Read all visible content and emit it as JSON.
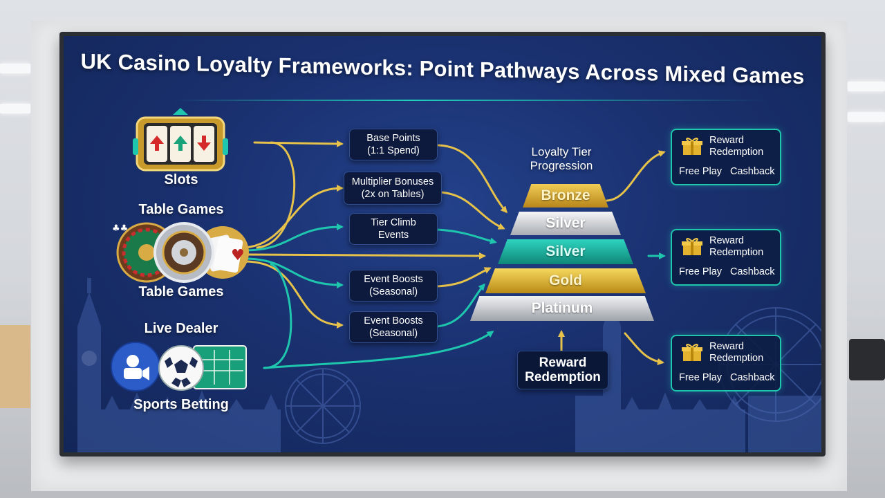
{
  "title": "UK Casino Loyalty Frameworks: Point Pathways Across Mixed Games",
  "sources": {
    "slots": "Slots",
    "table_games_top": "Table Games",
    "table_games_bottom": "Table Games",
    "live_dealer": "Live Dealer",
    "sports_betting": "Sports Betting"
  },
  "mechanics": [
    {
      "line1": "Base Points",
      "line2": "(1:1 Spend)"
    },
    {
      "line1": "Multiplier Bonuses",
      "line2": "(2x on Tables)"
    },
    {
      "line1": "Tier Climb",
      "line2": "Events"
    },
    {
      "line1": "Event Boosts",
      "line2": "(Seasonal)"
    },
    {
      "line1": "Event Boosts",
      "line2": "(Seasonal)"
    }
  ],
  "tiers": {
    "heading_line1": "Loyalty Tier",
    "heading_line2": "Progression",
    "levels": [
      "Bronze",
      "Silver",
      "Silver",
      "Gold",
      "Platinum"
    ]
  },
  "redemption_center": {
    "line1": "Reward",
    "line2": "Redemption"
  },
  "rewards": [
    {
      "line1": "Reward",
      "line2": "Redemption",
      "option1": "Free Play",
      "option2": "Cashback"
    },
    {
      "line1": "Reward",
      "line2": "Redemption",
      "option1": "Free Play",
      "option2": "Cashback"
    },
    {
      "line1": "Reward",
      "line2": "Redemption",
      "option1": "Free Play",
      "option2": "Cashback"
    }
  ],
  "colors": {
    "gold_arrow": "#e6c24a",
    "teal_arrow": "#1fc6ae",
    "bronze": "#c9981f",
    "silver": "#d3d6da",
    "teal_tier": "#17a99a",
    "gold": "#e0b428",
    "platinum": "#c5c9ce"
  },
  "icons": {
    "slots": "slot-machine-icon",
    "table": "roulette-icon",
    "live": "live-dealer-camera-icon",
    "sports": "soccer-ball-icon",
    "reward": "gift-box-icon"
  }
}
